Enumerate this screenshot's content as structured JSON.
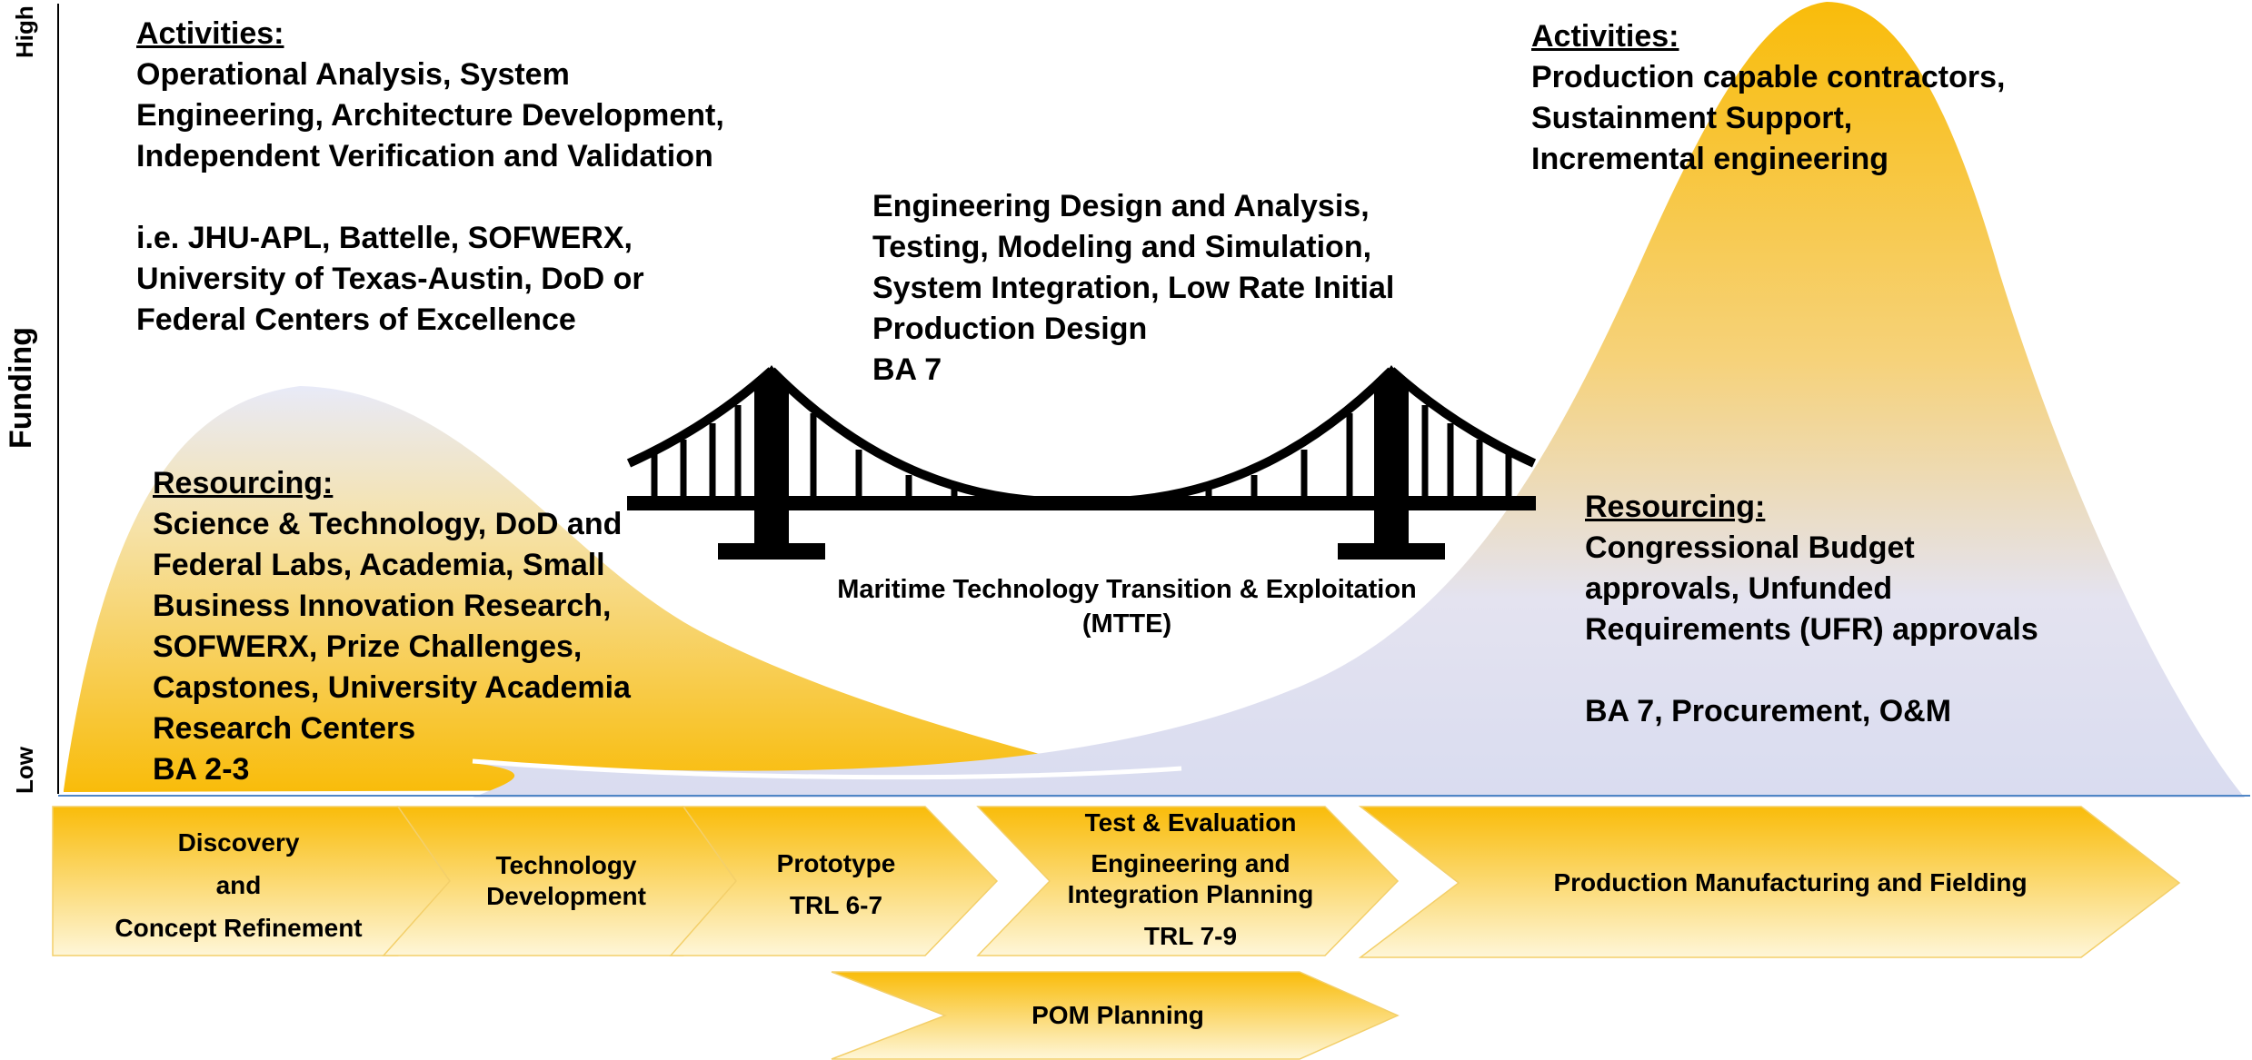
{
  "axis": {
    "y_title": "Funding",
    "y_high": "High",
    "y_low": "Low"
  },
  "left_activities": {
    "heading": "Activities:",
    "lines": [
      "Operational Analysis, System",
      "Engineering, Architecture Development,",
      "Independent Verification and Validation"
    ],
    "example_lines": [
      "i.e. JHU-APL, Battelle, SOFWERX,",
      "University of Texas-Austin, DoD or",
      "Federal Centers of Excellence"
    ]
  },
  "left_resourcing": {
    "heading": "Resourcing:",
    "lines": [
      "Science & Technology, DoD and",
      "Federal Labs, Academia, Small",
      "Business Innovation Research,",
      "SOFWERX, Prize Challenges,",
      "Capstones, University Academia",
      "Research Centers",
      "BA 2-3"
    ]
  },
  "center": {
    "lines": [
      "Engineering Design and Analysis,",
      "Testing, Modeling and Simulation,",
      "System Integration, Low Rate Initial",
      "Production Design",
      "BA 7"
    ],
    "caption_line1": "Maritime Technology Transition & Exploitation",
    "caption_line2": "(MTTE)"
  },
  "right_activities": {
    "heading": "Activities:",
    "lines": [
      "Production capable contractors,",
      "Sustainment Support,",
      "Incremental engineering"
    ]
  },
  "right_resourcing": {
    "heading": "Resourcing:",
    "lines": [
      "Congressional Budget",
      "approvals, Unfunded",
      "Requirements (UFR) approvals"
    ],
    "extra": "BA 7, Procurement, O&M"
  },
  "phases": [
    {
      "lines": [
        "Discovery",
        "and",
        "Concept Refinement"
      ]
    },
    {
      "lines": [
        "Technology",
        "Development"
      ]
    },
    {
      "lines": [
        "Prototype",
        "TRL 6-7"
      ]
    },
    {
      "lines": [
        "Test & Evaluation",
        "Engineering and",
        "Integration Planning",
        "TRL 7-9"
      ]
    },
    {
      "lines": [
        "Production Manufacturing and Fielding"
      ]
    }
  ],
  "pom_planning": "POM Planning",
  "colors": {
    "gold": "#F9BC0A",
    "gold_light": "#FDEFB7",
    "lavender": "#D9DCF0",
    "axis_line": "#4F86C6"
  }
}
